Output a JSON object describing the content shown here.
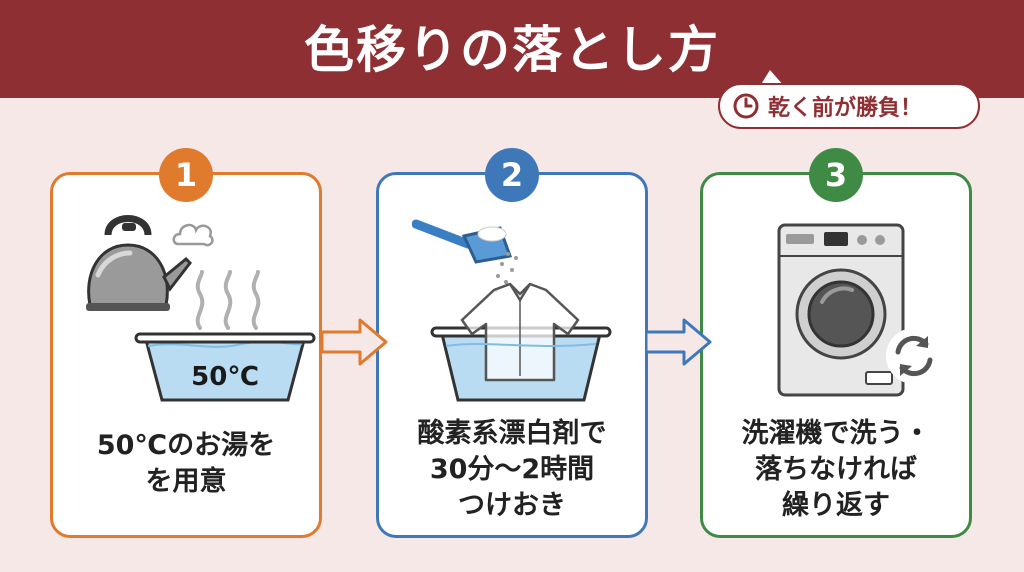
{
  "header": {
    "title": "色移りの落とし方",
    "badge_text": "乾く前が勝負！"
  },
  "steps": [
    {
      "number": "1",
      "temp_label": "50℃",
      "caption_lines": [
        "50℃のお湯を",
        "を用意"
      ],
      "color": "#e07a2d"
    },
    {
      "number": "2",
      "caption_lines": [
        "酸素系漂白剤で",
        "30分〜2時間",
        "つけおき"
      ],
      "color": "#3f78b8"
    },
    {
      "number": "3",
      "caption_lines": [
        "洗濯機で洗う・",
        "落ちなければ",
        "繰り返す"
      ],
      "color": "#3f8a45"
    }
  ],
  "icons": [
    "clock-icon",
    "kettle-icon",
    "steam-icon",
    "basin-icon",
    "scoop-icon",
    "shirt-icon",
    "washing-machine-icon",
    "repeat-icon",
    "arrow-right-icon"
  ],
  "colors": {
    "banner": "#8e2f33",
    "background": "#f7e8e8",
    "water": "#b9dcf2"
  }
}
